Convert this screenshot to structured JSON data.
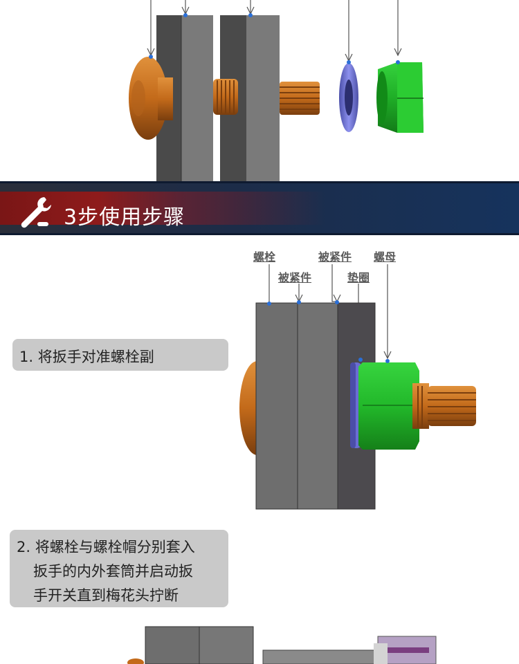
{
  "banner": {
    "title": "3步使用步骤",
    "icon": "wrench-icon"
  },
  "labels": {
    "bolt": "螺栓",
    "fastened_part_1": "被紧件",
    "fastened_part_2": "被紧件",
    "washer": "垫圈",
    "nut": "螺母"
  },
  "steps": {
    "step1": "1. 将扳手对准螺栓副",
    "step2_line1": "2. 将螺栓与螺栓帽分别套入",
    "step2_line2": "扳手的内外套筒并启动扳",
    "step2_line3": "手开关直到梅花头拧断"
  },
  "colors": {
    "bolt": "#d9781e",
    "nut": "#22c02c",
    "washer": "#6b6fd6",
    "plate": "#6e6e6e",
    "banner_red": "#8e1b1b",
    "banner_blue": "#16335d",
    "step_box": "#c9c9c9"
  }
}
